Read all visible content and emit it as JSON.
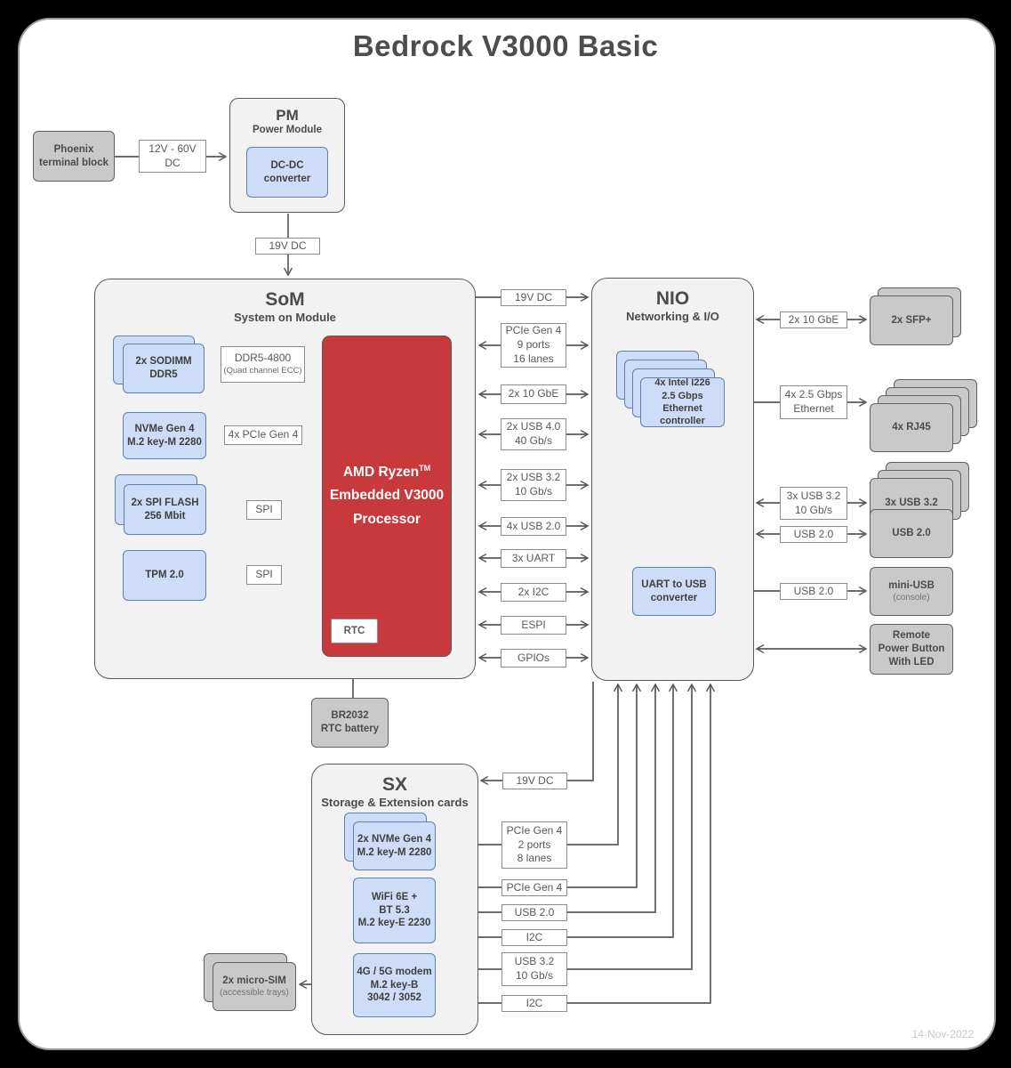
{
  "title": "Bedrock V3000 Basic",
  "date": "14-Nov-2022",
  "colors": {
    "module_fill": "#f2f2f2",
    "blue_fill": "#cdddf8",
    "gray_fill": "#c9c9c9",
    "red_fill": "#c8393c",
    "line_color": "#595959"
  },
  "power": {
    "phoenix": "Phoenix\nterminal block",
    "dc_input": "12V - 60V\nDC",
    "pm_abbr": "PM",
    "pm_name": "Power Module",
    "converter": "DC-DC\nconverter",
    "pm_out": "19V DC"
  },
  "som": {
    "abbr": "SoM",
    "name": "System on Module",
    "sodimm": "2x SODIMM\nDDR5",
    "ddr_link": "DDR5-4800",
    "ddr_link_sub": "(Quad channel ECC)",
    "nvme": "NVMe Gen 4\nM.2 key-M 2280",
    "pcie_link": "4x PCIe Gen 4",
    "spi_flash": "2x SPI FLASH\n256 Mbit",
    "spi_link_1": "SPI",
    "spi_link_2": "SPI",
    "tpm": "TPM 2.0",
    "cpu_brand": "AMD Ryzen",
    "cpu_tm": "TM",
    "cpu_rest": "Embedded V3000\nProcessor",
    "rtc": "RTC",
    "battery": "BR2032\nRTC battery"
  },
  "som_nio_links": [
    "19V DC",
    "PCIe Gen 4\n9 ports\n16 lanes",
    "2x 10 GbE",
    "2x USB 4.0\n40 Gb/s",
    "2x USB 3.2\n10 Gb/s",
    "4x USB 2.0",
    "3x UART",
    "2x I2C",
    "ESPI",
    "GPIOs"
  ],
  "nio": {
    "abbr": "NIO",
    "name": "Networking & I/O",
    "eth_ctrl": "4x Intel I226\n2.5 Gbps\nEthernet\ncontroller",
    "uart_usb": "UART to USB\nconverter"
  },
  "nio_right_links": [
    "2x 10 GbE",
    "4x 2.5 Gbps\nEthernet",
    "3x USB 3.2\n10 Gb/s",
    "USB 2.0",
    "USB 2.0"
  ],
  "ports": {
    "sfp": "2x SFP+",
    "rj45": "4x RJ45",
    "usb32": "3x USB 3.2",
    "usb20": "USB 2.0",
    "mini_usb": "mini-USB",
    "mini_usb_sub": "(console)",
    "remote": "Remote\nPower Button\nWith LED"
  },
  "sx": {
    "abbr": "SX",
    "name": "Storage & Extension cards",
    "link_19v": "19V DC",
    "nvme": "2x NVMe Gen 4\nM.2 key-M 2280",
    "wifi": "WiFi 6E +\nBT 5.3\nM.2 key-E 2230",
    "modem": "4G / 5G modem\nM.2 key-B\n3042 / 3052",
    "sim": "2x micro-SIM",
    "sim_sub": "(accessible trays)"
  },
  "sx_links": [
    "PCIe Gen 4\n2 ports\n8 lanes",
    "PCIe Gen 4",
    "USB 2.0",
    "I2C",
    "USB 3.2\n10 Gb/s",
    "I2C"
  ]
}
